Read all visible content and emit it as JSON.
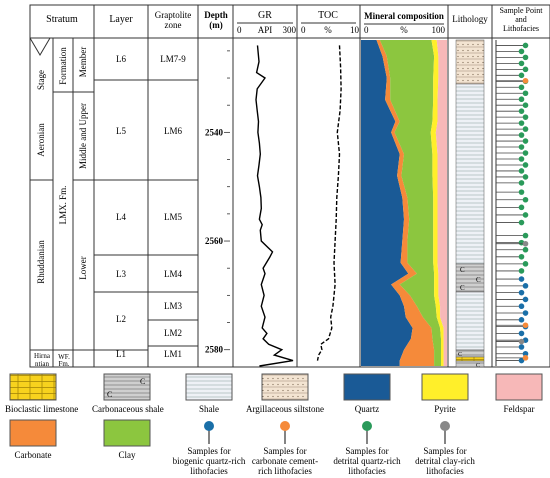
{
  "headers": {
    "stratum": "Stratum",
    "layer": "Layer",
    "graptolite_zone": "Graptolite zone",
    "depth": "Depth (m)",
    "gr": "GR",
    "gr_unit": "API",
    "gr_min": "0",
    "gr_max": "300",
    "toc": "TOC",
    "toc_unit": "%",
    "toc_min": "0",
    "toc_max": "10",
    "mineral": "Mineral composition",
    "mineral_unit": "%",
    "mineral_min": "0",
    "mineral_max": "100",
    "lithology": "Lithology",
    "sample": "Sample Point and Lithofacies"
  },
  "sub_headers": {
    "stage": "Stage",
    "formation": "Formation",
    "member": "Member"
  },
  "stages": [
    "Aeronian",
    "Rhuddanian",
    "Hirnantian"
  ],
  "formations": [
    "LMX. Fm.",
    "WF. Fm."
  ],
  "members": [
    "Middle and Upper",
    "Lower"
  ],
  "layers": [
    "L6",
    "L5",
    "L4",
    "L3",
    "L2",
    "L1"
  ],
  "zones": [
    "LM7-9",
    "LM6",
    "LM5",
    "LM4",
    "LM3",
    "LM2",
    "LM1"
  ],
  "depth_ticks": [
    2540,
    2560,
    2580
  ],
  "depth_range": [
    2523,
    2583
  ],
  "gr_curve": {
    "depth": [
      2524,
      2527,
      2529,
      2530,
      2532,
      2534,
      2536,
      2538,
      2540,
      2542,
      2544,
      2546,
      2548,
      2550,
      2552,
      2554,
      2556,
      2557,
      2558,
      2560,
      2562,
      2563,
      2565,
      2566,
      2568,
      2570,
      2572,
      2574,
      2576,
      2577,
      2578,
      2579,
      2580,
      2581,
      2582,
      2583
    ],
    "value": [
      110,
      118,
      105,
      150,
      108,
      102,
      108,
      115,
      112,
      120,
      125,
      118,
      110,
      120,
      128,
      130,
      120,
      135,
      125,
      130,
      190,
      175,
      140,
      150,
      130,
      145,
      130,
      150,
      135,
      160,
      140,
      170,
      240,
      200,
      300,
      120
    ]
  },
  "toc_curve": {
    "depth": [
      2524,
      2528,
      2532,
      2536,
      2540,
      2544,
      2548,
      2552,
      2556,
      2560,
      2564,
      2568,
      2570,
      2572,
      2574,
      2576,
      2578,
      2579,
      2580,
      2581,
      2582
    ],
    "value": [
      7.0,
      7.2,
      7.3,
      7.1,
      6.6,
      7.0,
      6.8,
      6.5,
      6.4,
      6.2,
      6.0,
      6.2,
      6.0,
      5.8,
      5.4,
      5.6,
      5.0,
      3.6,
      3.8,
      3.2,
      3.0
    ]
  },
  "mineral_data": {
    "depth": [
      2523,
      2526,
      2530,
      2534,
      2538,
      2540,
      2544,
      2548,
      2552,
      2556,
      2560,
      2564,
      2566,
      2568,
      2570,
      2572,
      2574,
      2576,
      2578,
      2580,
      2582,
      2583
    ],
    "quartz": [
      18,
      25,
      30,
      28,
      40,
      35,
      45,
      42,
      48,
      50,
      48,
      46,
      55,
      35,
      45,
      50,
      52,
      60,
      58,
      50,
      45,
      45
    ],
    "carbonate": [
      4,
      5,
      4,
      6,
      5,
      4,
      5,
      5,
      6,
      6,
      6,
      8,
      10,
      10,
      12,
      15,
      20,
      22,
      25,
      35,
      40,
      40
    ],
    "clay": [
      60,
      55,
      50,
      50,
      38,
      42,
      33,
      36,
      30,
      28,
      30,
      30,
      20,
      40,
      28,
      22,
      16,
      10,
      10,
      8,
      8,
      8
    ],
    "pyrite": [
      6,
      5,
      6,
      5,
      6,
      6,
      6,
      6,
      5,
      5,
      5,
      5,
      5,
      5,
      5,
      5,
      4,
      4,
      3,
      3,
      3,
      3
    ],
    "feldspar": [
      12,
      10,
      10,
      11,
      11,
      13,
      11,
      11,
      11,
      11,
      11,
      11,
      10,
      10,
      10,
      8,
      8,
      4,
      4,
      4,
      4,
      4
    ],
    "colors": {
      "quartz": "#1a5a96",
      "carbonate": "#f58a3a",
      "clay": "#8cc63f",
      "pyrite": "#ffef2a",
      "feldspar": "#f7b8b8"
    }
  },
  "sample_colors": {
    "biogenic_quartz": "#1a6fa8",
    "carbonate": "#f58a3a",
    "detrital_quartz": "#2a9a5a",
    "detrital_clay": "#888888"
  },
  "legend": {
    "bioclastic_limestone": "Bioclastic limestone",
    "carbonaceous_shale": "Carbonaceous shale",
    "shale": "Shale",
    "argillaceous_siltstone": "Argillaceous siltstone",
    "quartz": "Quartz",
    "pyrite": "Pyrite",
    "feldspar": "Feldspar",
    "carbonate": "Carbonate",
    "clay": "Clay",
    "biogenic_line1": "Samples for",
    "biogenic_line2": "biogenic quartz-rich",
    "biogenic_line3": "lithofacies",
    "carbcement_line1": "Samples for",
    "carbcement_line2": "carbonate cement-",
    "carbcement_line3": "rich lithofacies",
    "detquartz_line1": "Samples for",
    "detquartz_line2": "detrital quartz-rich",
    "detquartz_line3": "lithofacies",
    "detclay_line1": "Samples for",
    "detclay_line2": "detrital clay-rich",
    "detclay_line3": "lithofacies",
    "carb_letter": "C"
  }
}
